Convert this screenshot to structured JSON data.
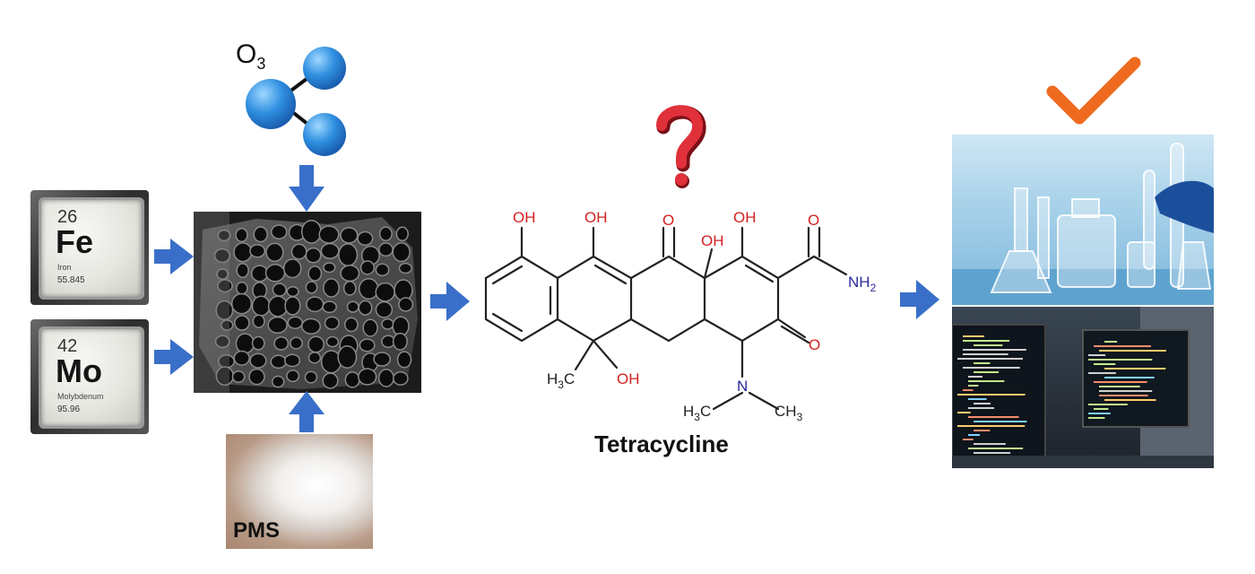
{
  "elements": [
    {
      "atomic_number": "26",
      "symbol": "Fe",
      "name": "Iron",
      "mass": "55.845"
    },
    {
      "atomic_number": "42",
      "symbol": "Mo",
      "name": "Molybdenum",
      "mass": "95.96"
    }
  ],
  "ozone": {
    "base": "O",
    "subscript": "3"
  },
  "oxidant_label": "PMS",
  "molecule": {
    "name": "Tetracycline",
    "labels": {
      "oh": "OH",
      "o": "O",
      "nh": "NH",
      "nh_sub": "2",
      "n": "N",
      "h3c_h": "H",
      "h3c_3": "3",
      "h3c_c": "C",
      "ch": "CH",
      "ch_3": "3"
    }
  },
  "colors": {
    "arrow": "#3a6fc9",
    "hetero_red": "#d42020",
    "nitrogen_blue": "#2a2a9a",
    "question": "#e0303a",
    "check": "#ef6a1e",
    "molecule_ball": "#2f8fe0"
  }
}
